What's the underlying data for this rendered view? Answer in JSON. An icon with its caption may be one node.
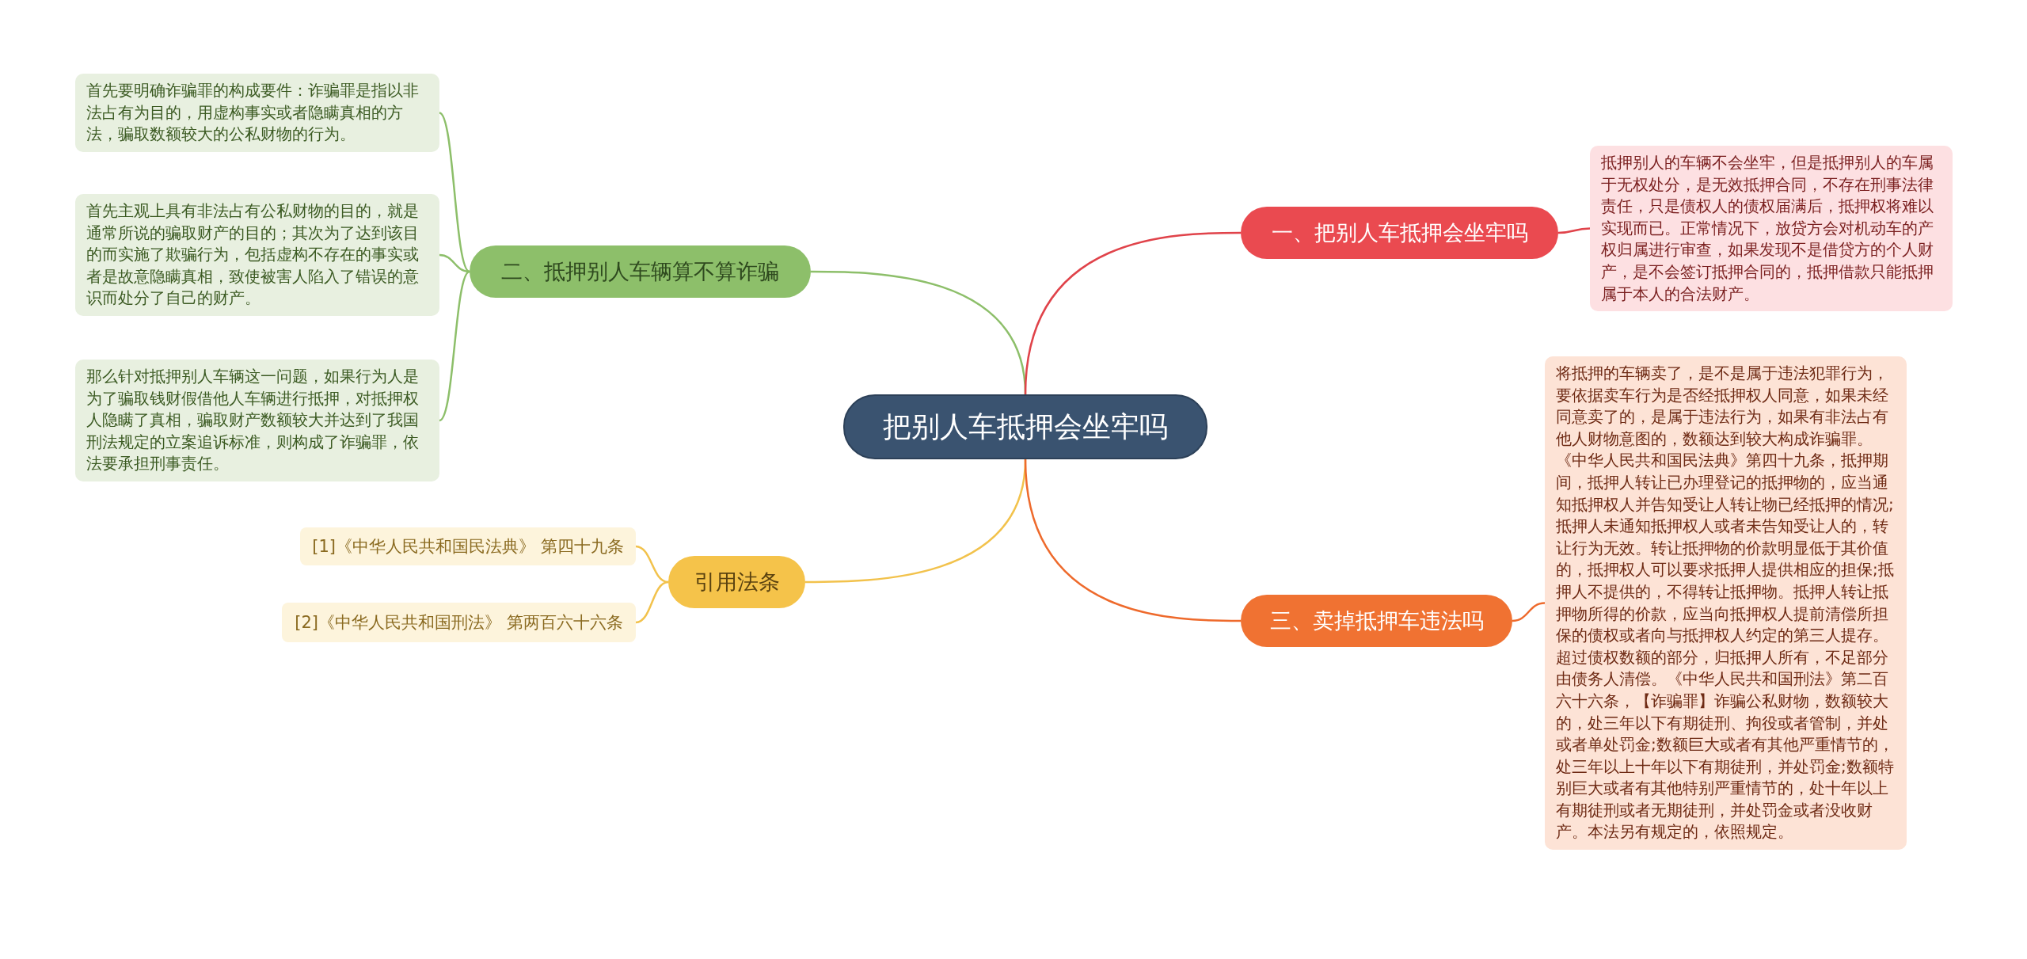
{
  "diagram": {
    "nodes": [
      {
        "text": [
          "把别人车抵押会坐牢吗"
        ]
      },
      {
        "text": [
          "二、抵押别人车辆算不算诈骗"
        ]
      },
      {
        "text": [
          "首先要明确诈骗罪的构成要件：诈骗罪是指以非法占有为目的，用虚构事实或者隐瞒真相的方法，骗取数额较大的公私财物的行为。"
        ]
      },
      {
        "text": [
          "首先主观上具有非法占有公私财物的目的，就是通常所说的骗取财产的目的；其次为了达到该目的而实施了欺骗行为，包括虚构不存在的事实或者是故意隐瞒真相，致使被害人陷入了错误的意识而处分了自己的财产。"
        ]
      },
      {
        "text": [
          "那么针对抵押别人车辆这一问题，如果行为人是为了骗取钱财假借他人车辆进行抵押，对抵押权人隐瞒了真相，骗取财产数额较大并达到了我国刑法规定的立案追诉标准，则构成了诈骗罪，依法要承担刑事责任。"
        ]
      },
      {
        "text": [
          "一、把别人车抵押会坐牢吗"
        ]
      },
      {
        "text": [
          "抵押别人的车辆不会坐牢，但是抵押别人的车属于无权处分，是无效抵押合同，不存在刑事法律责任，只是债权人的债权届满后，抵押权将难以实现而已。正常情况下，放贷方会对机动车的产权归属进行审查，如果发现不是借贷方的个人财产，是不会签订抵押合同的，抵押借款只能抵押属于本人的合法财产。"
        ]
      },
      {
        "text": [
          "引用法条"
        ]
      },
      {
        "text": [
          "[1]《中华人民共和国民法典》 第四十九条"
        ]
      },
      {
        "text": [
          "[2]《中华人民共和国刑法》 第两百六十六条"
        ]
      },
      {
        "text": [
          "三、卖掉抵押车违法吗"
        ]
      },
      {
        "text": [
          "将抵押的车辆卖了，是不是属于违法犯罪行为，要依据卖车行为是否经抵押权人同意，如果未经同意卖了的，是属于违法行为，如果有非法占有他人财物意图的，数额达到较大构成诈骗罪。《中华人民共和国民法典》第四十九条，抵押期间，抵押人转让已办理登记的抵押物的，应当通知抵押权人并告知受让人转让物已经抵押的情况;抵押人未通知抵押权人或者未告知受让人的，转让行为无效。转让抵押物的价款明显低于其价值的，抵押权人可以要求抵押人提供相应的担保;抵押人不提供的，不得转让抵押物。抵押人转让抵押物所得的价款，应当向抵押权人提前清偿所担保的债权或者向与抵押权人约定的第三人提存。超过债权数额的部分，归抵押人所有，不足部分由债务人清偿。《中华人民共和国刑法》第二百六十六条，【诈骗罪】诈骗公私财物，数额较大的，处三年以下有期徒刑、拘役或者管制，并处或者单处罚金;数额巨大或者有其他严重情节的，处三年以上十年以下有期徒刑，并处罚金;数额特别巨大或者有其他特别严重情节的，处十年以上有期徒刑或者无期徒刑，并处罚金或者没收财产。本法另有规定的，依照规定。"
        ]
      }
    ],
    "edges": [
      {
        "from": 0,
        "to": 1,
        "arrow": "none",
        "color": "#8dbf6a"
      },
      {
        "from": 1,
        "to": 2,
        "arrow": "none",
        "color": "#8dbf6a"
      },
      {
        "from": 1,
        "to": 3,
        "arrow": "none",
        "color": "#8dbf6a"
      },
      {
        "from": 1,
        "to": 4,
        "arrow": "none",
        "color": "#8dbf6a"
      },
      {
        "from": 0,
        "to": 5,
        "arrow": "none",
        "color": "#e0434a"
      },
      {
        "from": 5,
        "to": 6,
        "arrow": "none",
        "color": "#e0434a"
      },
      {
        "from": 0,
        "to": 7,
        "arrow": "none",
        "color": "#f2c24c"
      },
      {
        "from": 7,
        "to": 8,
        "arrow": "none",
        "color": "#f2c24c"
      },
      {
        "from": 7,
        "to": 9,
        "arrow": "none",
        "color": "#f2c24c"
      },
      {
        "from": 0,
        "to": 10,
        "arrow": "none",
        "color": "#ee6a2c"
      },
      {
        "from": 10,
        "to": 11,
        "arrow": "none",
        "color": "#ee6a2c"
      }
    ]
  }
}
